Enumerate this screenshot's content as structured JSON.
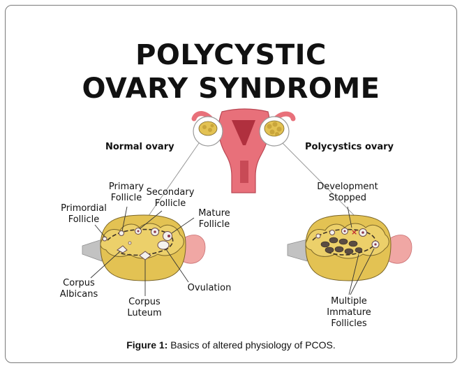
{
  "title": {
    "line1": "POLYCYSTIC",
    "line2": "OVARY SYNDROME"
  },
  "headings": {
    "normal": "Normal ovary",
    "polycystic": "Polycystics ovary"
  },
  "labels": {
    "primary_follicle": [
      "Primary",
      "Follicle"
    ],
    "secondary_follicle": [
      "Secondary",
      "Follicle"
    ],
    "primordial_follicle": [
      "Primordial",
      "Follicle"
    ],
    "mature_follicle": [
      "Mature",
      "Follicle"
    ],
    "corpus_albicans": [
      "Corpus",
      "Albicans"
    ],
    "corpus_luteum": [
      "Corpus",
      "Luteum"
    ],
    "ovulation": "Ovulation",
    "development_stopped": [
      "Development",
      "Stopped"
    ],
    "multiple_immature_follicles": [
      "Multiple",
      "Immature",
      "Follicles"
    ]
  },
  "caption": {
    "label": "Figure 1:",
    "text": "Basics of altered physiology of PCOS."
  },
  "colors": {
    "ovary": "#e3c253",
    "ovary_outline": "#7a6528",
    "uterus": "#e8707a",
    "uterus_dark": "#c84a56",
    "ligament": "#bdbdbd",
    "follicle_dark": "#5a4c42"
  }
}
